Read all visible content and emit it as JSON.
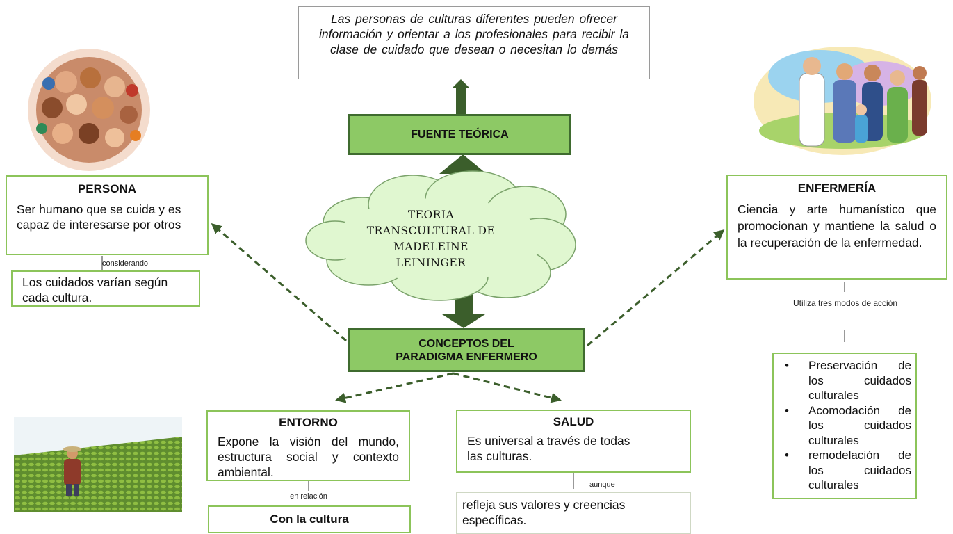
{
  "theory": {
    "cloud_lines": [
      "TEORIA",
      "TRANSCULTURAL DE",
      "MADELEINE",
      "LEININGER"
    ]
  },
  "top_box": {
    "text": "Las personas de culturas  diferentes pueden ofrecer información y orientar a los profesionales para  recibir la clase de cuidado que desean o necesitan lo demás"
  },
  "fuente": {
    "label": "FUENTE TEÓRICA"
  },
  "conceptos": {
    "label": "CONCEPTOS DEL PARADIGMA ENFERMERO"
  },
  "persona": {
    "title": "PERSONA",
    "text": "Ser humano que se cuida y es capaz de interesarse por otros",
    "connector": "considerando",
    "sub": "Los cuidados varían según cada cultura."
  },
  "enfermeria": {
    "title": "ENFERMERÍA",
    "text": "Ciencia y arte humanístico que promocionan y mantiene la salud o la recuperación de la enfermedad.",
    "connector": "Utiliza tres modos de acción",
    "modes": [
      "Preservación de los cuidados culturales",
      "Acomodación de los cuidados culturales",
      "remodelación de los cuidados culturales"
    ]
  },
  "entorno": {
    "title": "ENTORNO",
    "text": "Expone la visión del mundo, estructura social y contexto ambiental.",
    "connector": "en relación",
    "sub": "Con la cultura"
  },
  "salud": {
    "title": "SALUD",
    "text": "Es universal a través de todas las culturas.",
    "connector": "aunque",
    "sub": "refleja sus valores y creencias específicas."
  },
  "colors": {
    "box_fill": "#8dc965",
    "box_border": "#3f6b2f",
    "arrow": "#3b5e2b",
    "cloud": "#e0f7d0"
  }
}
